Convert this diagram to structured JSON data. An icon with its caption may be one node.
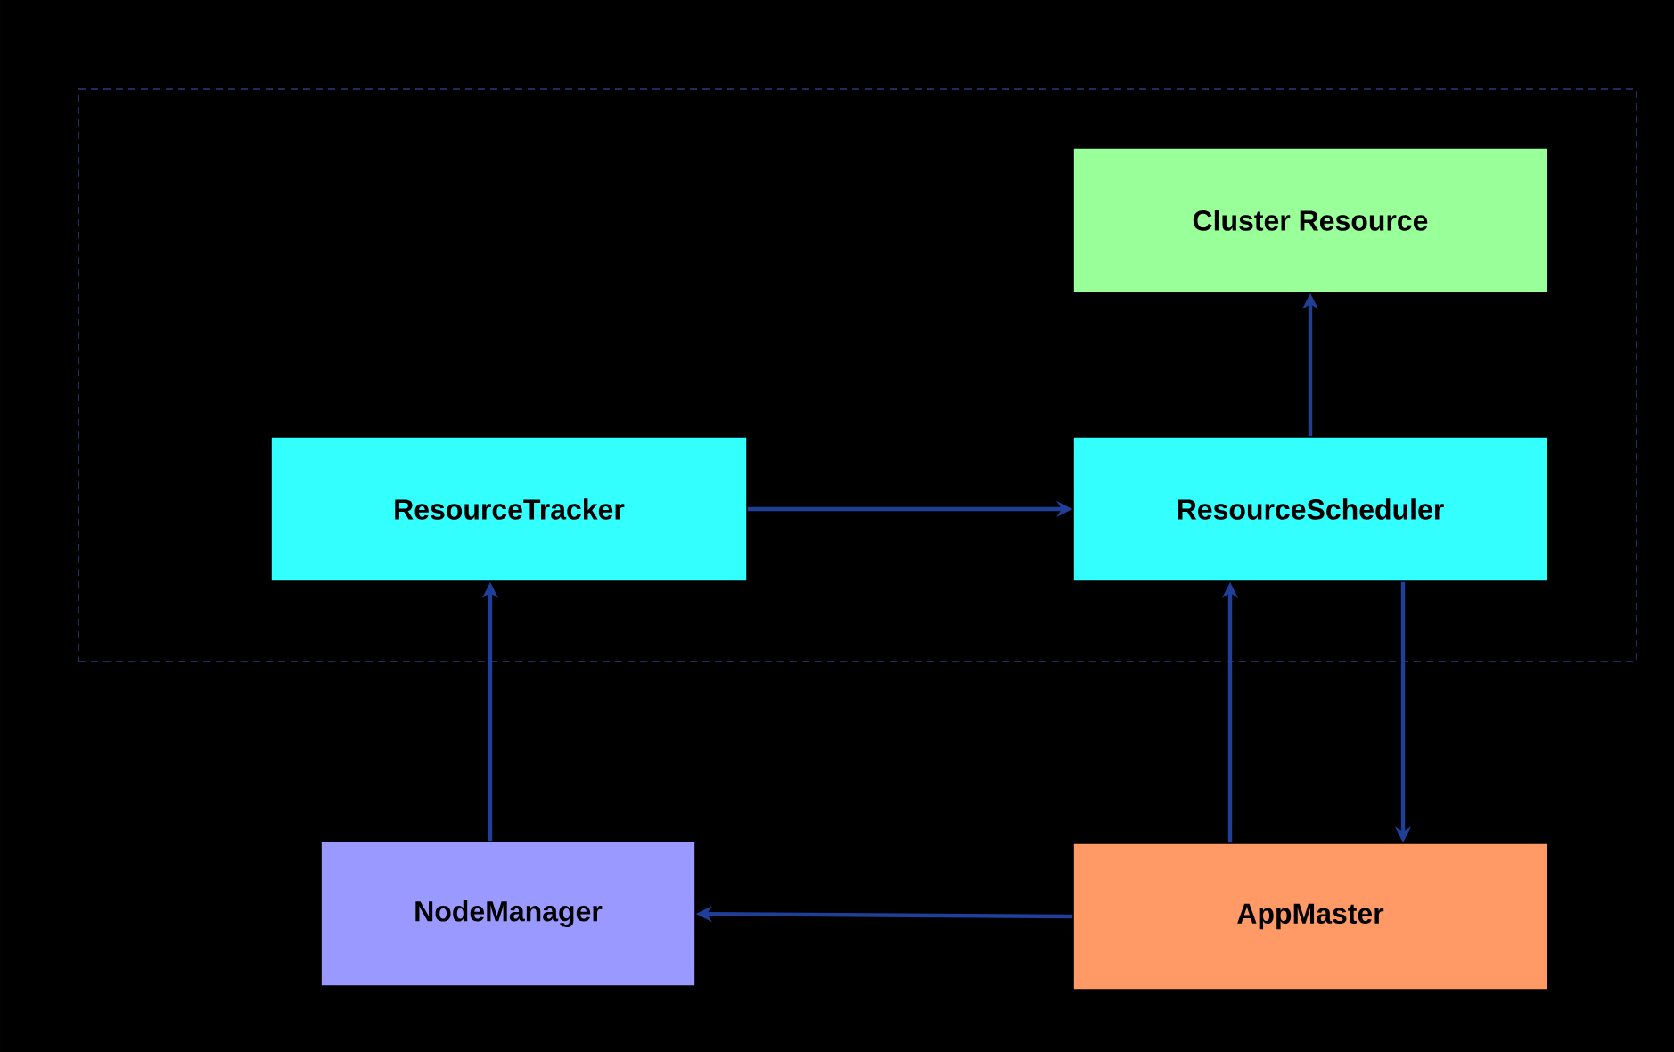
{
  "diagram": {
    "nodes": [
      {
        "text": [],
        "shape": "box"
      },
      {
        "text": [
          "Cluster Resource"
        ],
        "in": 0
      },
      {
        "text": [
          "ResourceTracker"
        ],
        "in": 0
      },
      {
        "text": [
          "ResourceScheduler"
        ],
        "in": 0
      },
      {
        "text": [
          "NodeManager"
        ]
      },
      {
        "text": [
          "AppMaster"
        ]
      }
    ],
    "edges": [
      {
        "from": 2,
        "to": 3,
        "arrow": "to"
      },
      {
        "from": 3,
        "to": 1,
        "arrow": "to"
      },
      {
        "from": 4,
        "to": 2,
        "arrow": "to"
      },
      {
        "from": 5,
        "to": 3,
        "arrow": "to"
      },
      {
        "from": 3,
        "to": 5,
        "arrow": "to"
      },
      {
        "from": 5,
        "to": 4,
        "arrow": "to"
      }
    ]
  }
}
